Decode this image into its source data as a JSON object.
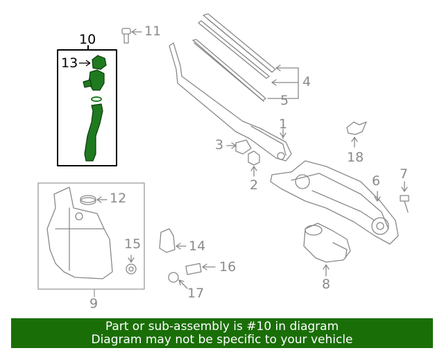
{
  "callouts": {
    "c1": "1",
    "c2": "2",
    "c3": "3",
    "c4": "4",
    "c5": "5",
    "c6": "6",
    "c7": "7",
    "c8": "8",
    "c9": "9",
    "c10": "10",
    "c11": "11",
    "c12": "12",
    "c13": "13",
    "c14": "14",
    "c15": "15",
    "c16": "16",
    "c17": "17",
    "c18": "18"
  },
  "footer": {
    "line1": "Part or sub-assembly is #10 in diagram",
    "line2": "Diagram may not be specific to your vehicle"
  },
  "colors": {
    "highlight": "#1f7a1f",
    "outline": "#888888",
    "footer_bg": "#1a6e07"
  }
}
